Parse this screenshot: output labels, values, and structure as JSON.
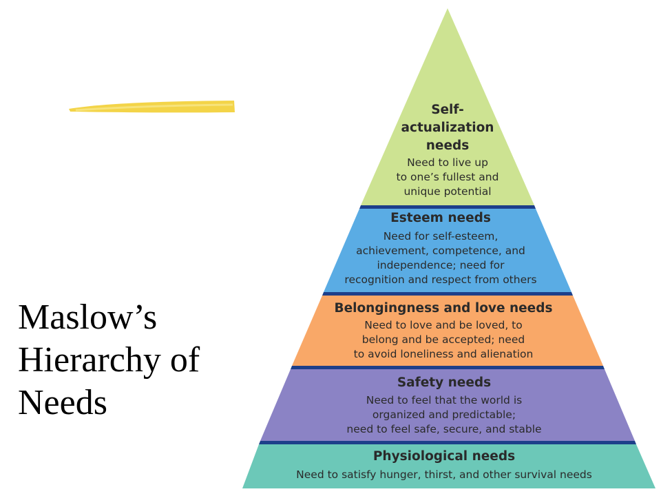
{
  "slide": {
    "title_lines": [
      "Maslow’s",
      "Hierarchy of",
      "Needs"
    ]
  },
  "colors": {
    "self_actualization": "#cde392",
    "esteem": "#5aace4",
    "belongingness": "#f9a868",
    "safety": "#8b83c5",
    "physiological": "#6cc8b8",
    "divider": "#1d3f8a",
    "highlight": "#f2d23e"
  },
  "pyramid": {
    "levels": [
      {
        "title_lines": [
          "Self-",
          "actualization",
          "needs"
        ],
        "desc_lines": [
          "Need to live up",
          "to one’s fullest and",
          "unique potential"
        ]
      },
      {
        "title_lines": [
          "Esteem needs"
        ],
        "desc_lines": [
          "Need for self-esteem,",
          "achievement, competence, and",
          "independence; need for",
          "recognition and respect from others"
        ]
      },
      {
        "title_lines": [
          "Belongingness and love needs"
        ],
        "desc_lines": [
          "Need to love and be loved, to",
          "belong and be accepted; need",
          "to avoid loneliness and alienation"
        ]
      },
      {
        "title_lines": [
          "Safety needs"
        ],
        "desc_lines": [
          "Need to feel that the world is",
          "organized and predictable;",
          "need to feel safe, secure, and stable"
        ]
      },
      {
        "title_lines": [
          "Physiological needs"
        ],
        "desc_lines": [
          "Need to satisfy hunger, thirst, and other survival needs"
        ]
      }
    ]
  }
}
